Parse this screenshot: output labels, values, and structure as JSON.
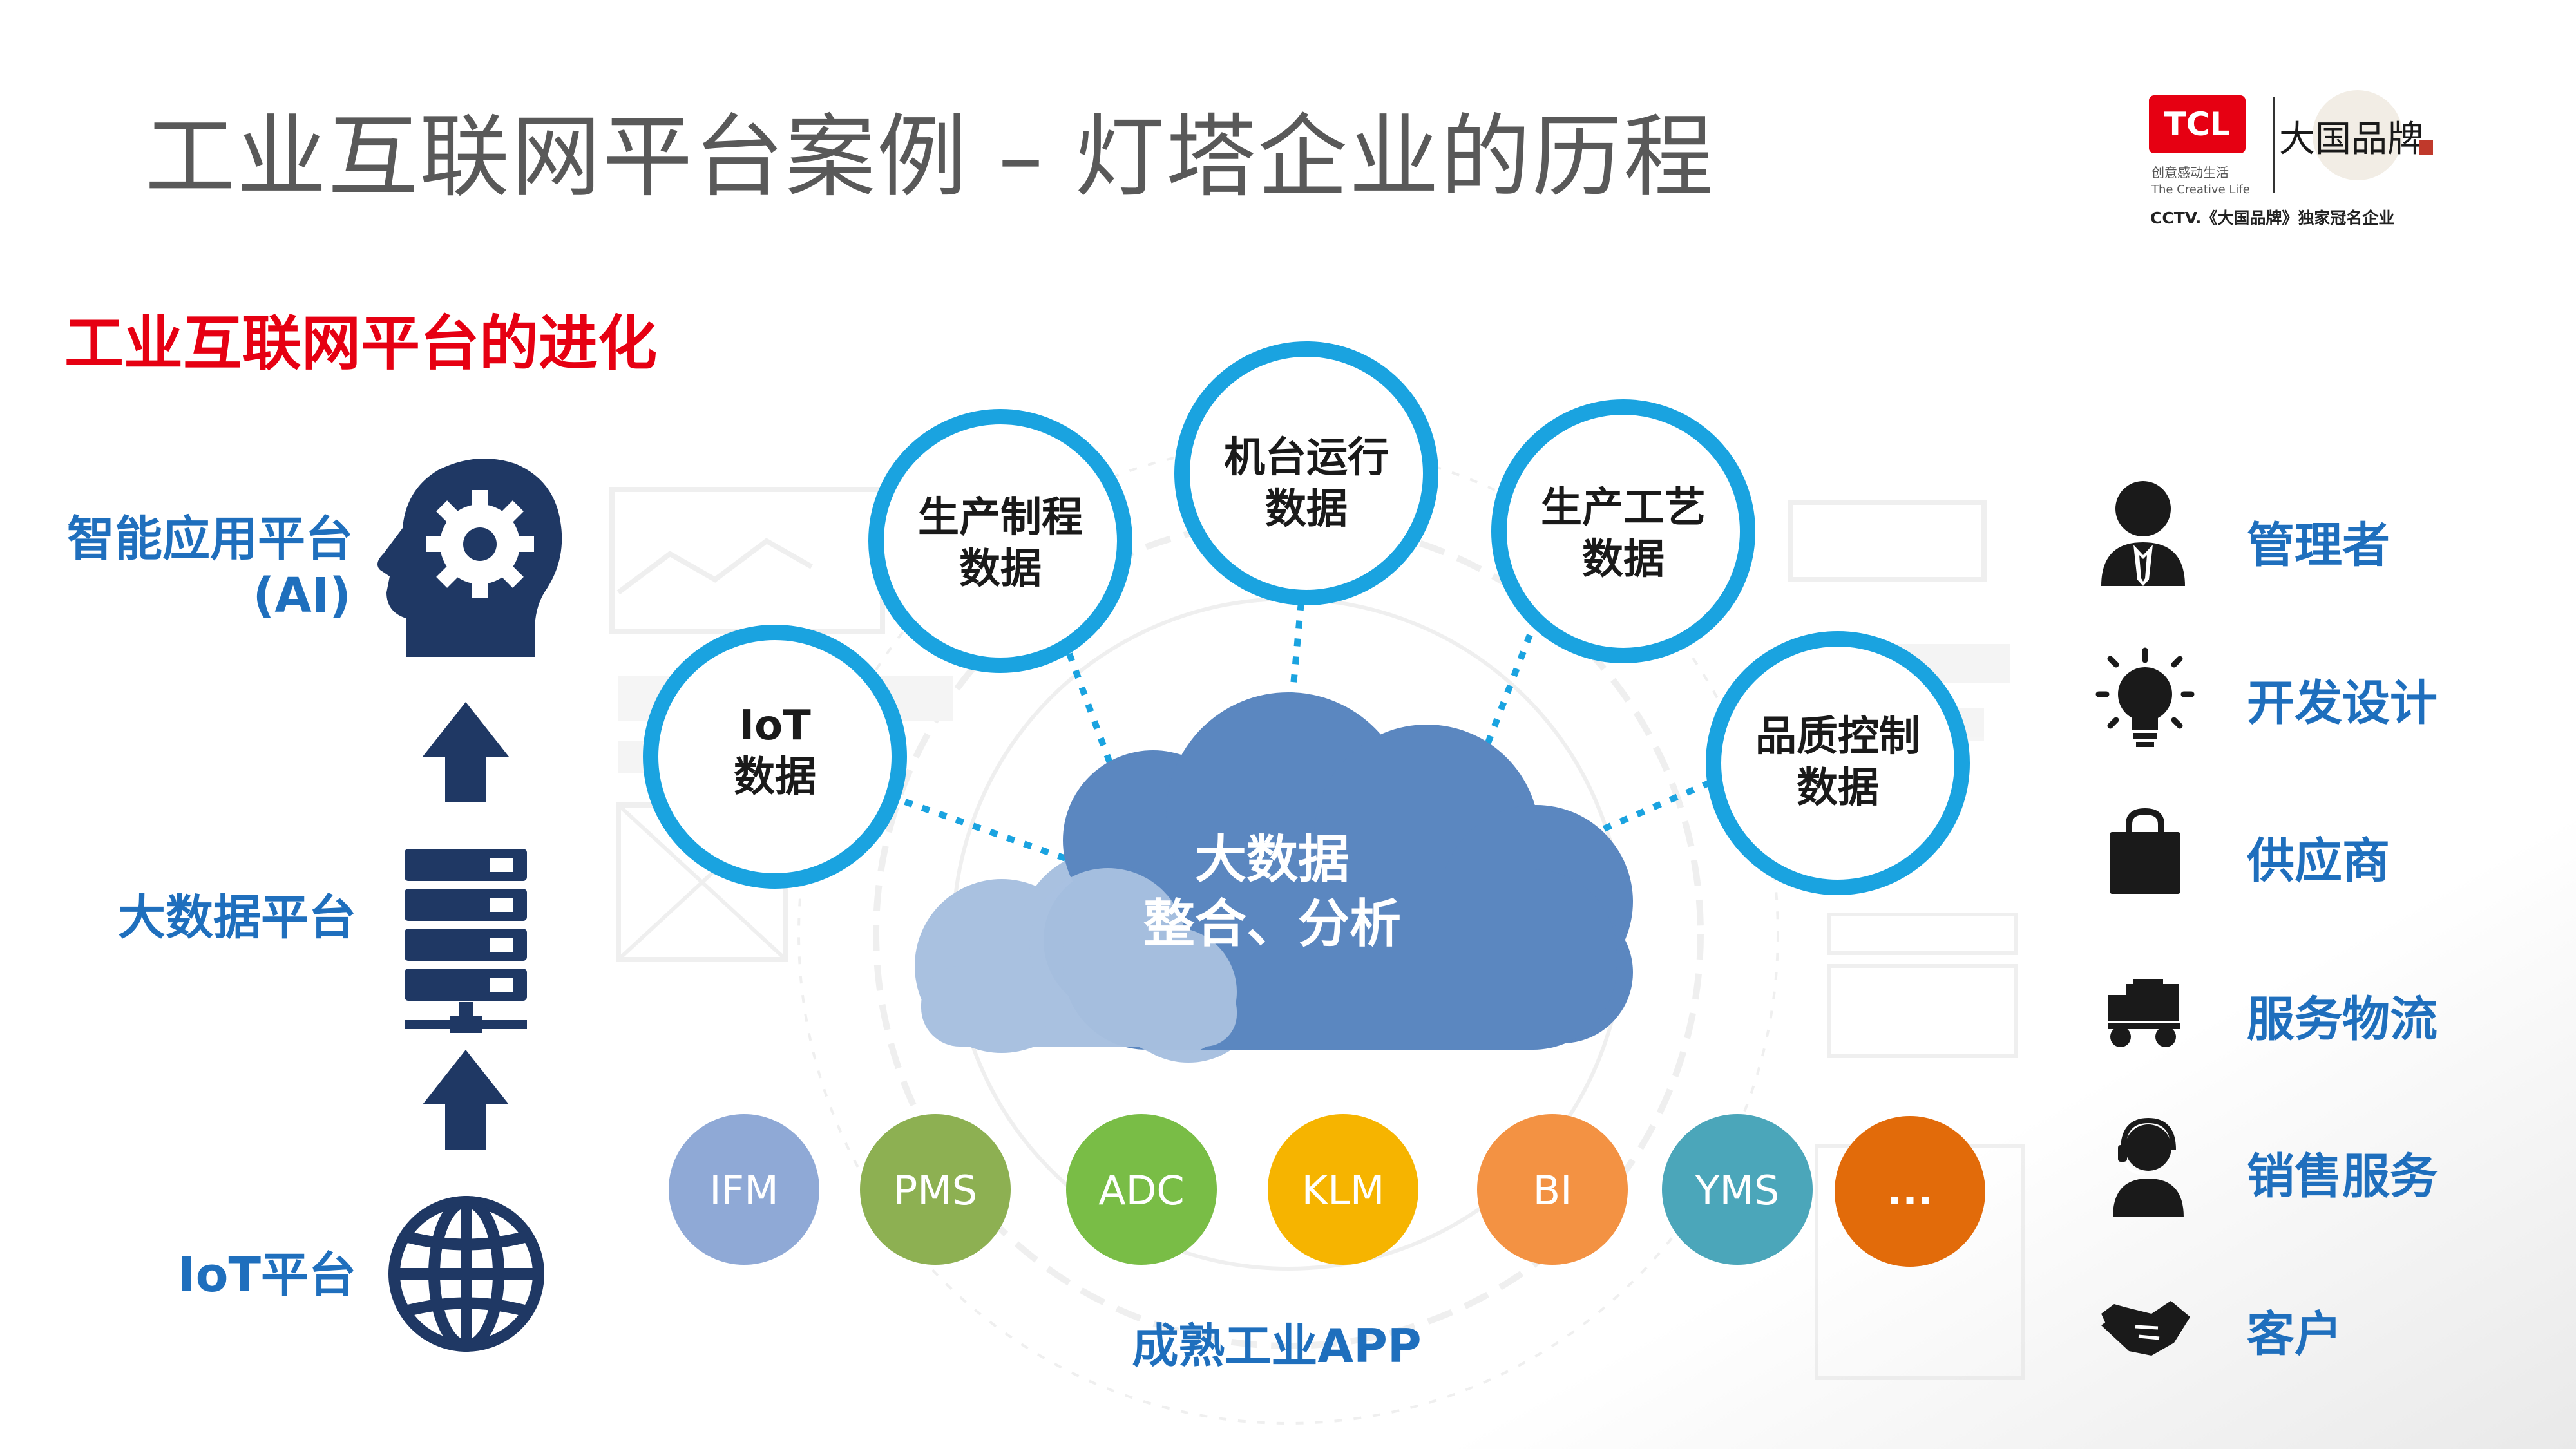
{
  "title": "工业互联网平台案例 – 灯塔企业的历程",
  "subtitle": "工业互联网平台的进化",
  "logo": {
    "brand": "TCL",
    "slogan_cn": "创意感动生活",
    "slogan_en": "The Creative Life",
    "seal_text": "大国品牌",
    "tagline": "CCTV.《大国品牌》独家冠名企业"
  },
  "evolution": [
    {
      "line1": "智能应用平台",
      "line2": "(AI)",
      "icon": "head-gear-icon"
    },
    {
      "line1": "大数据平台",
      "line2": "",
      "icon": "server-icon"
    },
    {
      "line1": "IoT平台",
      "line2": "",
      "icon": "globe-icon"
    }
  ],
  "data_sources": [
    {
      "line1": "IoT",
      "line2": "数据"
    },
    {
      "line1": "生产制程",
      "line2": "数据"
    },
    {
      "line1": "机台运行",
      "line2": "数据"
    },
    {
      "line1": "生产工艺",
      "line2": "数据"
    },
    {
      "line1": "品质控制",
      "line2": "数据"
    }
  ],
  "cloud": {
    "line1": "大数据",
    "line2": "整合、分析"
  },
  "apps": [
    {
      "label": "IFM",
      "color": "#8fa9d6"
    },
    {
      "label": "PMS",
      "color": "#8db052"
    },
    {
      "label": "ADC",
      "color": "#79bd46"
    },
    {
      "label": "KLM",
      "color": "#f6b400"
    },
    {
      "label": "BI",
      "color": "#f39243"
    },
    {
      "label": "YMS",
      "color": "#4ba6ba"
    },
    {
      "label": "...",
      "color": "#e26b0a"
    }
  ],
  "apps_caption": "成熟工业APP",
  "roles": [
    {
      "label": "管理者",
      "icon": "manager-icon"
    },
    {
      "label": "开发设计",
      "icon": "lightbulb-icon"
    },
    {
      "label": "供应商",
      "icon": "shopping-bag-icon"
    },
    {
      "label": "服务物流",
      "icon": "truck-icon"
    },
    {
      "label": "销售服务",
      "icon": "headset-icon"
    },
    {
      "label": "客户",
      "icon": "handshake-icon"
    }
  ],
  "colors": {
    "title": "#595959",
    "subtitle": "#e60012",
    "blue_text": "#1f6fbd",
    "navy": "#1f3864",
    "ring": "#1aa3e0",
    "cloud": "#5b87c0",
    "cloud_light": "#a9c1e0",
    "brand_red": "#e60012"
  }
}
